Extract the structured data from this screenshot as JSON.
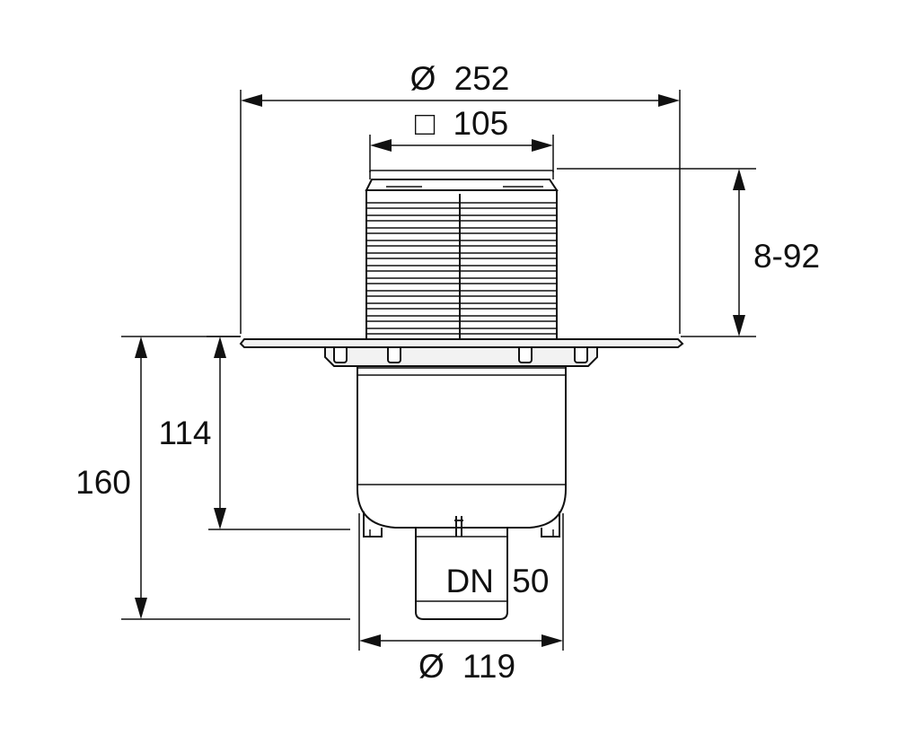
{
  "dimensions": {
    "flange_diameter": {
      "symbol": "Ø",
      "value": "252"
    },
    "grate_square": {
      "symbol": "□",
      "value": "105"
    },
    "height_adjust": {
      "value": "8-92"
    },
    "body_height": {
      "value": "114"
    },
    "total_height": {
      "value": "160"
    },
    "outlet": {
      "label": "DN",
      "value": "50"
    },
    "body_diameter": {
      "symbol": "Ø",
      "value": "119"
    }
  },
  "colors": {
    "line": "#111111",
    "background": "#ffffff",
    "shade": "#f2f2f2"
  }
}
